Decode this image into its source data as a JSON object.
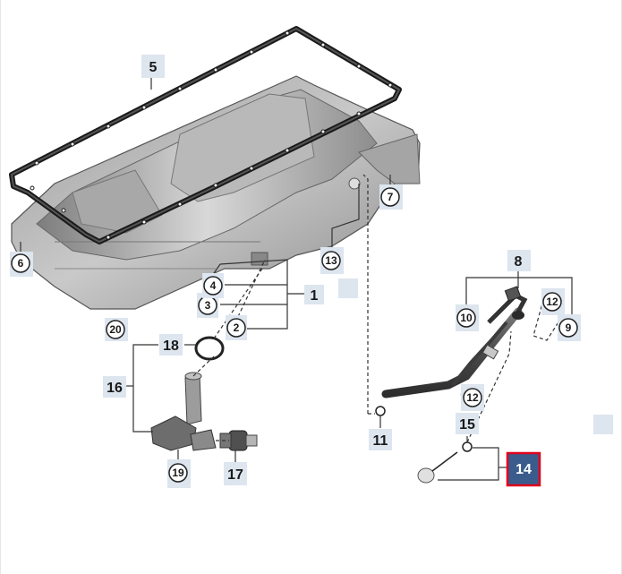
{
  "diagram": {
    "selected_part": "14",
    "colors": {
      "label_bg": "#dde5ef",
      "selected_bg": "#3a5b8c",
      "selected_border": "#e0001b"
    },
    "callouts": {
      "c1": "1",
      "c2": "2",
      "c3": "3",
      "c4": "4",
      "c5": "5",
      "c6": "6",
      "c7": "7",
      "c8": "8",
      "c9": "9",
      "c10": "10",
      "c11": "11",
      "c12a": "12",
      "c12b": "12",
      "c13": "13",
      "c14": "14",
      "c15": "15",
      "c16": "16",
      "c17": "17",
      "c18": "18",
      "c19": "19",
      "c20": "20"
    }
  }
}
